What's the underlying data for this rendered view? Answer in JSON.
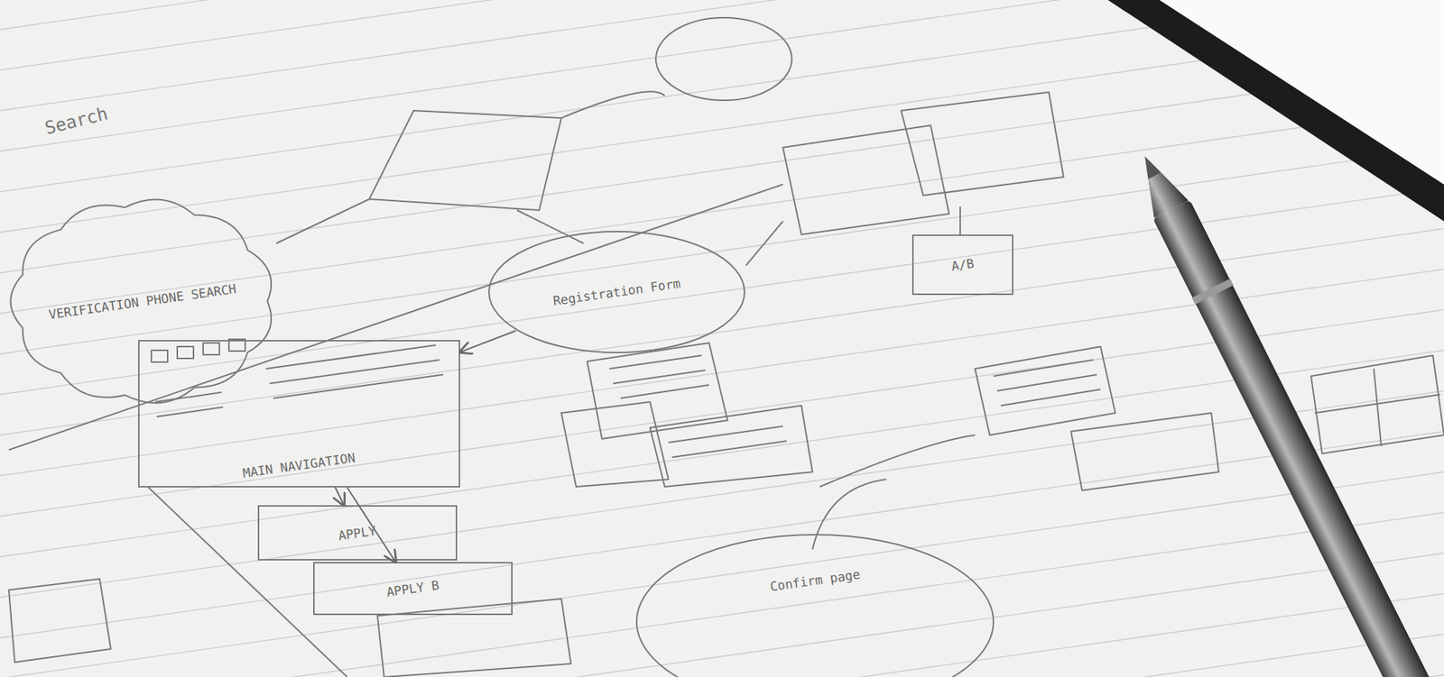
{
  "diagram": {
    "nodes": [
      {
        "text": [
          "VERIFICATION PHONE SEARCH"
        ]
      },
      {
        "text": [
          "Registration Form"
        ]
      },
      {
        "text": [
          "A/B"
        ]
      },
      {
        "text": [
          "MAIN NAVIGATION"
        ]
      },
      {
        "text": [
          "APPLY"
        ]
      },
      {
        "text": [
          "APPLY B"
        ]
      },
      {
        "text": [
          "Confirm page"
        ]
      }
    ],
    "edges": [
      {
        "from": 1,
        "to": 3,
        "arrow": "to"
      },
      {
        "from": 3,
        "to": 4,
        "arrow": "to"
      },
      {
        "from": 3,
        "to": 5,
        "arrow": "to"
      }
    ],
    "labels": [
      "Search"
    ]
  }
}
